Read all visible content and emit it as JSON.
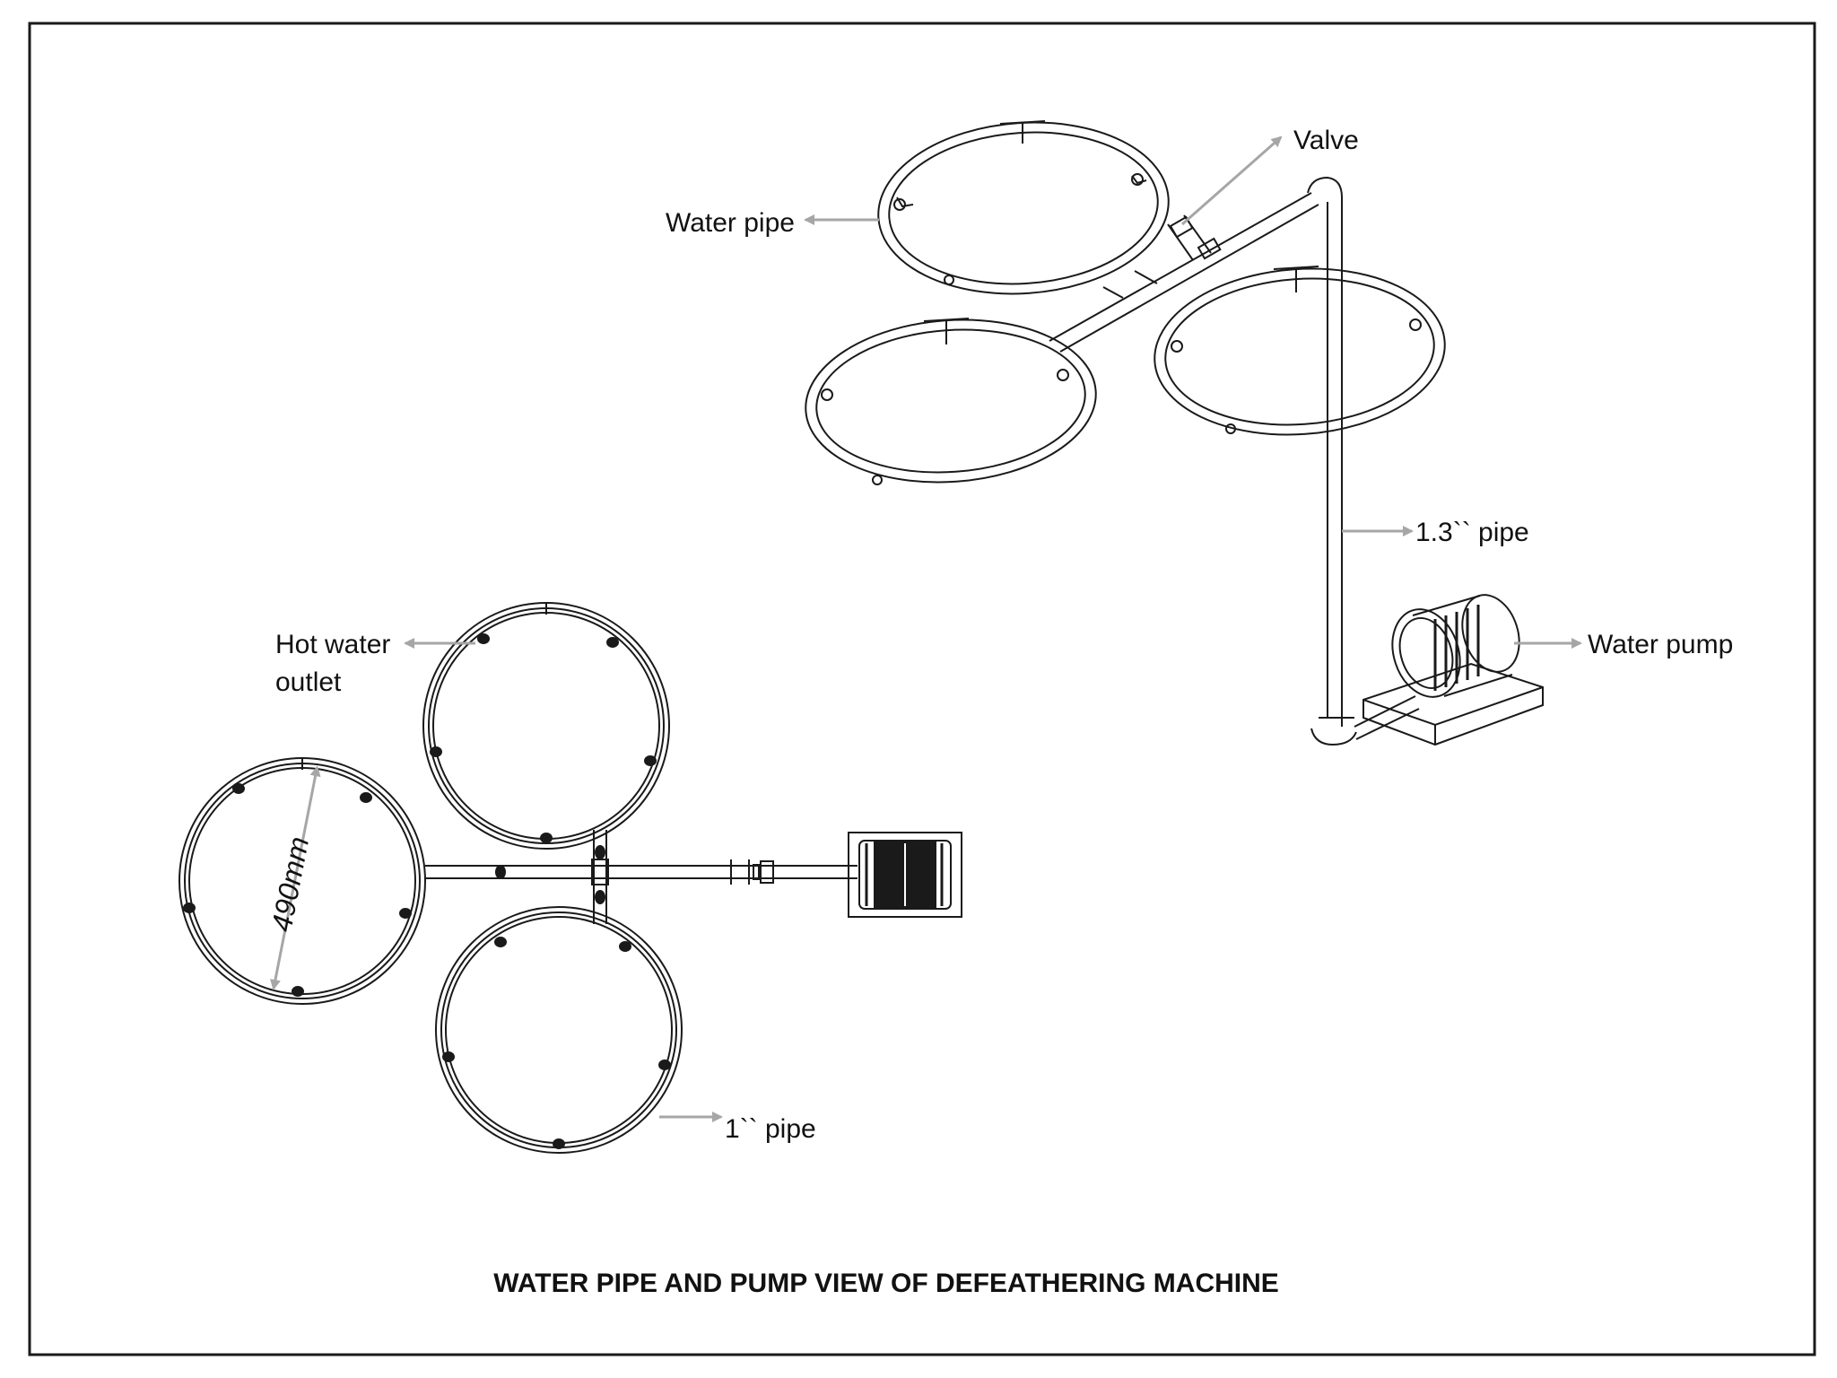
{
  "title": "WATER PIPE AND PUMP VIEW OF DEFEATHERING MACHINE",
  "labels": {
    "valve": "Valve",
    "water_pipe": "Water pipe",
    "pipe_13": "1.3`` pipe",
    "water_pump": "Water pump",
    "hot_water_line1": "Hot water",
    "hot_water_line2": "outlet",
    "pipe_1": "1`` pipe",
    "dimension": "490mm"
  },
  "colors": {
    "line": "#1a1a1a",
    "arrow": "#a6a6a6",
    "frame": "#1a1a1a",
    "background": "#ffffff"
  }
}
